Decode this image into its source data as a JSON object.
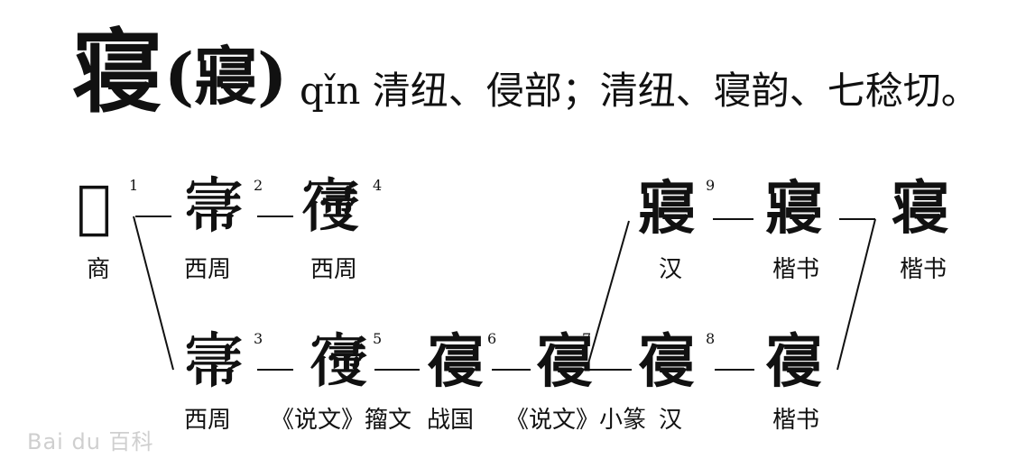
{
  "heading": {
    "main_char": "寝",
    "variant_paren": "(寢)",
    "pronunciation": "qǐn  清纽、侵部；清纽、寝韵、七稔切。"
  },
  "nodes": [
    {
      "id": "n1",
      "glyph": "𡧄",
      "number": "1",
      "label": "商"
    },
    {
      "id": "n2",
      "glyph": "𡨦",
      "number": "2",
      "label": "西周"
    },
    {
      "id": "n4",
      "glyph": "𡪢",
      "number": "4",
      "label": "西周"
    },
    {
      "id": "n3",
      "glyph": "𡨦",
      "number": "3",
      "label": "西周"
    },
    {
      "id": "n5",
      "glyph": "𡪢",
      "number": "5",
      "label": "《说文》籀文"
    },
    {
      "id": "n6",
      "glyph": "寑",
      "number": "6",
      "label": "战国"
    },
    {
      "id": "n7",
      "glyph": "寑",
      "number": "7",
      "label": "《说文》小篆"
    },
    {
      "id": "n8",
      "glyph": "寑",
      "number": "8",
      "label": "汉"
    },
    {
      "id": "n8b",
      "glyph": "寑",
      "number": "",
      "label": "楷书"
    },
    {
      "id": "n9",
      "glyph": "寢",
      "number": "9",
      "label": "汉"
    },
    {
      "id": "n9b",
      "glyph": "寢",
      "number": "",
      "label": "楷书"
    },
    {
      "id": "n10",
      "glyph": "寝",
      "number": "",
      "label": "楷书"
    }
  ],
  "watermark": "Bai du 百科"
}
